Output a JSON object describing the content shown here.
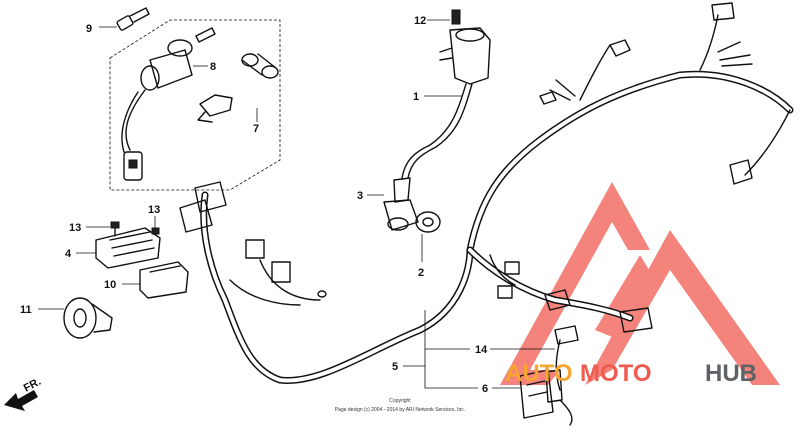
{
  "callouts": {
    "c1": "1",
    "c2": "2",
    "c3": "3",
    "c4": "4",
    "c5": "5",
    "c6": "6",
    "c7": "7",
    "c8": "8",
    "c9": "9",
    "c10": "10",
    "c11": "11",
    "c12": "12",
    "c13a": "13",
    "c13b": "13",
    "c14": "14"
  },
  "direction": {
    "label": "FR."
  },
  "copyright": {
    "line1": "Copyright",
    "line2": "Page design (c) 2004 - 2014 by ARI Network Services, Inc."
  },
  "watermark": {
    "part1": "AUTO",
    "part2": "MOTO",
    "part3": "HUB",
    "color_red": "#f05a4f",
    "color_orange": "#f7a531",
    "color_gray": "#5f6368"
  }
}
